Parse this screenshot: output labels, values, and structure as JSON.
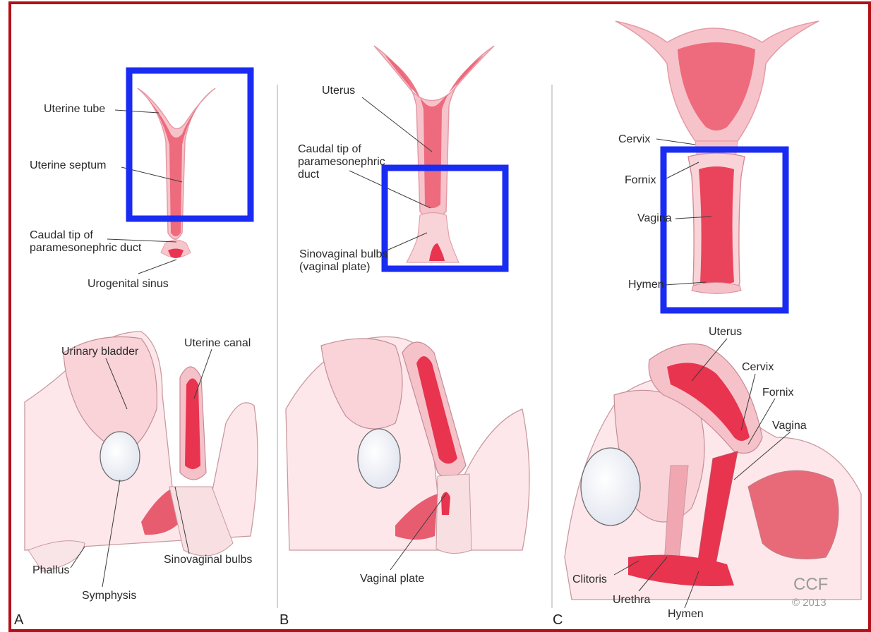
{
  "colors": {
    "frame": "#b20f17",
    "highlight_box": "#1a2cf2",
    "tissue_light": "#fbe3e5",
    "tissue_mid": "#f4a9b3",
    "tissue_dark": "#e8344f",
    "bone": "#eef0f6"
  },
  "panels": {
    "a": {
      "letter": "A",
      "labels": {
        "uterine_tube": "Uterine tube",
        "uterine_septum": "Uterine septum",
        "caudal_tip": "Caudal tip of\nparamesonephric duct",
        "urogenital_sinus": "Urogenital sinus",
        "urinary_bladder": "Urinary bladder",
        "uterine_canal": "Uterine canal",
        "phallus": "Phallus",
        "symphysis": "Symphysis",
        "sinovaginal_bulbs": "Sinovaginal bulbs"
      }
    },
    "b": {
      "letter": "B",
      "labels": {
        "uterus": "Uterus",
        "caudal_tip": "Caudal tip of\nparamesonephric\nduct",
        "sinovaginal_bulbs": "Sinovaginal bulbs\n(vaginal plate)",
        "vaginal_plate": "Vaginal plate"
      }
    },
    "c": {
      "letter": "C",
      "labels": {
        "cervix_top": "Cervix",
        "fornix_top": "Fornix",
        "vagina_top": "Vagina",
        "hymen_top": "Hymen",
        "uterus": "Uterus",
        "cervix": "Cervix",
        "fornix": "Fornix",
        "vagina": "Vagina",
        "clitoris": "Clitoris",
        "urethra": "Urethra",
        "hymen": "Hymen"
      }
    }
  },
  "watermark": {
    "text": "CCF",
    "year": "© 2013"
  }
}
